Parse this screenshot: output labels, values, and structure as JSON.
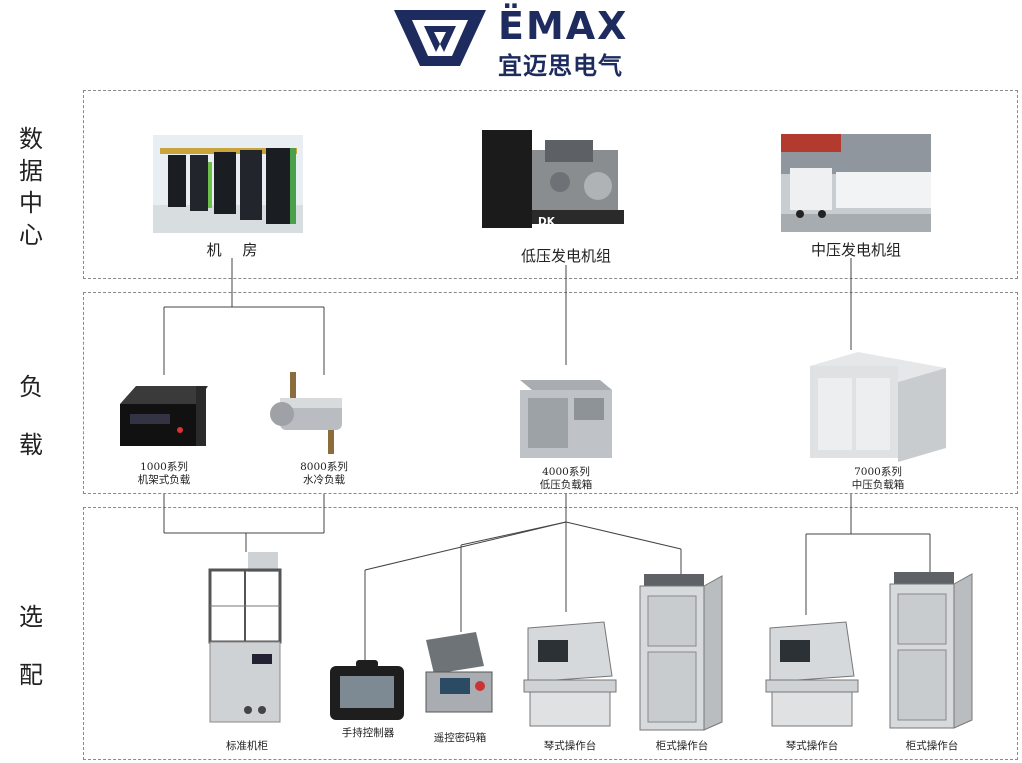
{
  "brand": {
    "name": "ËMAX",
    "subtitle": "宜迈思电气",
    "color": "#1d2b5e"
  },
  "sections": [
    {
      "label_chars": [
        "数",
        "据",
        "中",
        "心"
      ]
    },
    {
      "label_chars": [
        "负",
        "载"
      ]
    },
    {
      "label_chars": [
        "选",
        "配"
      ]
    }
  ],
  "datacenter": {
    "machine_room": "机 房",
    "lv_genset": "低压发电机组",
    "mv_genset": "中压发电机组",
    "genset_badge": "DK"
  },
  "loads": {
    "rack_load": {
      "line1": "1000系列",
      "line2": "机架式负载"
    },
    "water_load": {
      "line1": "8000系列",
      "line2": "水冷负载"
    },
    "lv_box": {
      "line1": "4000系列",
      "line2": "低压负载箱"
    },
    "mv_box": {
      "line1": "7000系列",
      "line2": "中压负载箱"
    }
  },
  "options": {
    "std_cabinet": "标准机柜",
    "handheld": "手持控制器",
    "remote_box": "遥控密码箱",
    "console_1": "琴式操作台",
    "cabinet_console_1": "柜式操作台",
    "console_2": "琴式操作台",
    "cabinet_console_2": "柜式操作台"
  }
}
